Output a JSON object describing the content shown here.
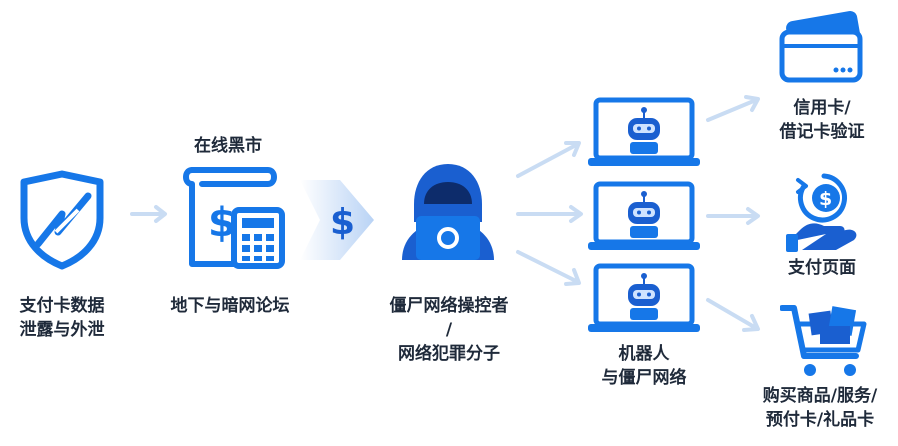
{
  "labels": {
    "breach_line1": "支付卡数据",
    "breach_line2": "泄露与外泄",
    "market_title": "在线黑市",
    "forum": "地下与暗网论坛",
    "actor_line1": "僵尸网络操控者",
    "actor_line2": "/",
    "actor_line3": "网络犯罪分子",
    "bots_line1": "机器人",
    "bots_line2": "与僵尸网络",
    "card_line1": "信用卡/",
    "card_line2": "借记卡验证",
    "payment": "支付页面",
    "goods_line1": "购买商品/服务/",
    "goods_line2": "预付卡/礼品卡"
  },
  "symbols": {
    "money": "$"
  },
  "colors": {
    "primary": "#1677e8",
    "dark_blue": "#1a5fd0",
    "light_blue": "#d6e7fb",
    "arrow": "#c9dcf3",
    "text": "#1f2a3a"
  },
  "icons": [
    "shield-icon",
    "receipt-calculator-icon",
    "dollar-arrow-icon",
    "hacker-icon",
    "robot-laptop-icon",
    "credit-card-icon",
    "payment-hand-icon",
    "shopping-cart-icon"
  ]
}
